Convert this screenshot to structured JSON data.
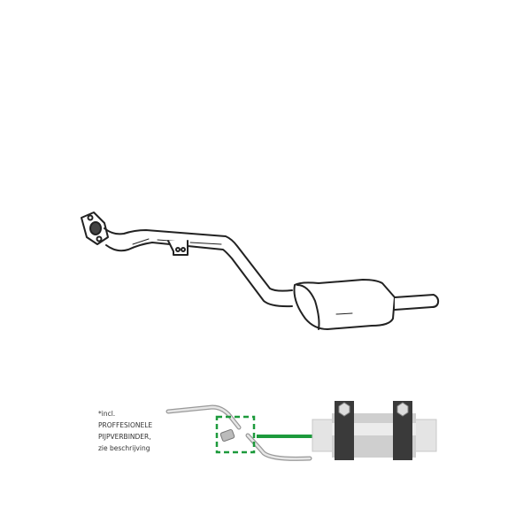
{
  "note": {
    "lines": [
      "*incl.",
      "PROFFESIONELE",
      "PIJPVERBINDER,",
      "zie beschrijving"
    ]
  },
  "colors": {
    "accent": "#1d9a3c",
    "clamp": "#3a3a3a",
    "line": "#222222"
  }
}
